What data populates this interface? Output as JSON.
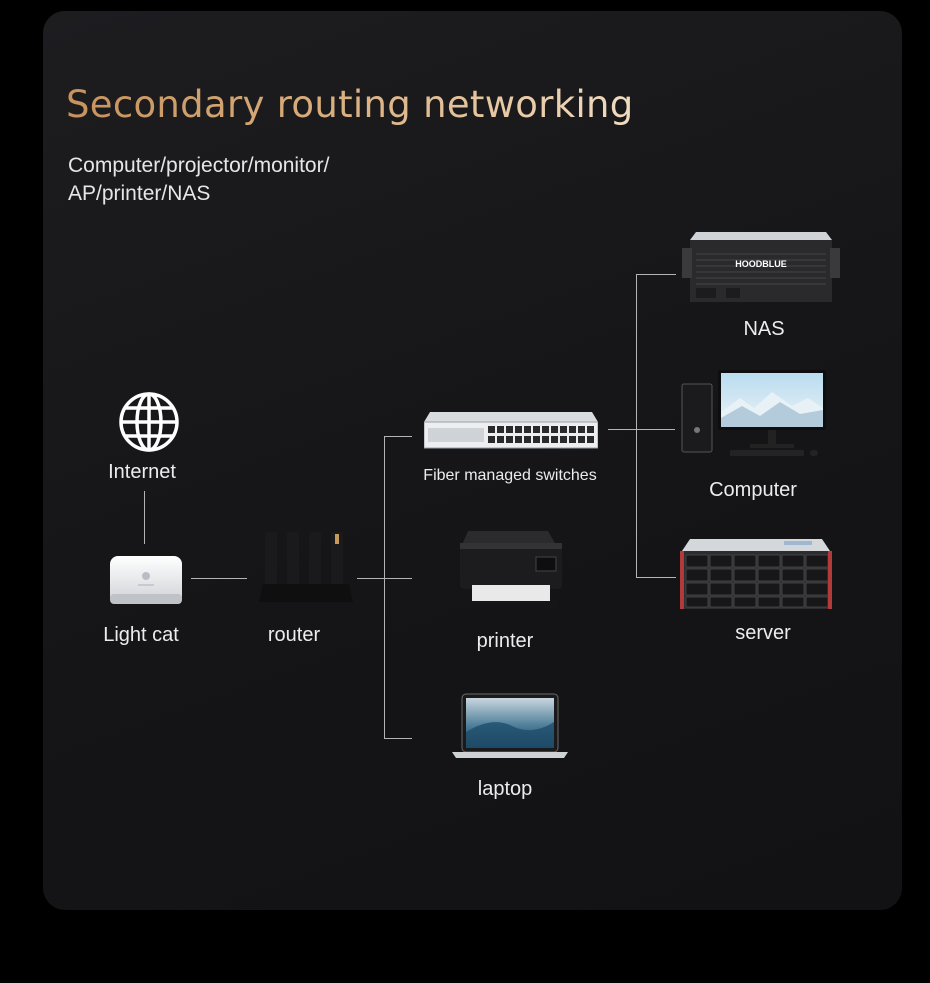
{
  "title": "Secondary routing networking",
  "subtitle_lines": [
    "Computer/projector/monitor/",
    "AP/printer/NAS"
  ],
  "nodes": {
    "internet": "Internet",
    "light_cat": "Light cat",
    "router": "router",
    "switch": "Fiber managed switches",
    "printer": "printer",
    "laptop": "laptop",
    "nas": "NAS",
    "computer": "Computer",
    "server": "server"
  },
  "nas_brand": "HOODBLUE",
  "colors": {
    "title_gold": "#d4a46f",
    "line": "#b4b4b4",
    "background": "#000000",
    "card": "#161618"
  }
}
